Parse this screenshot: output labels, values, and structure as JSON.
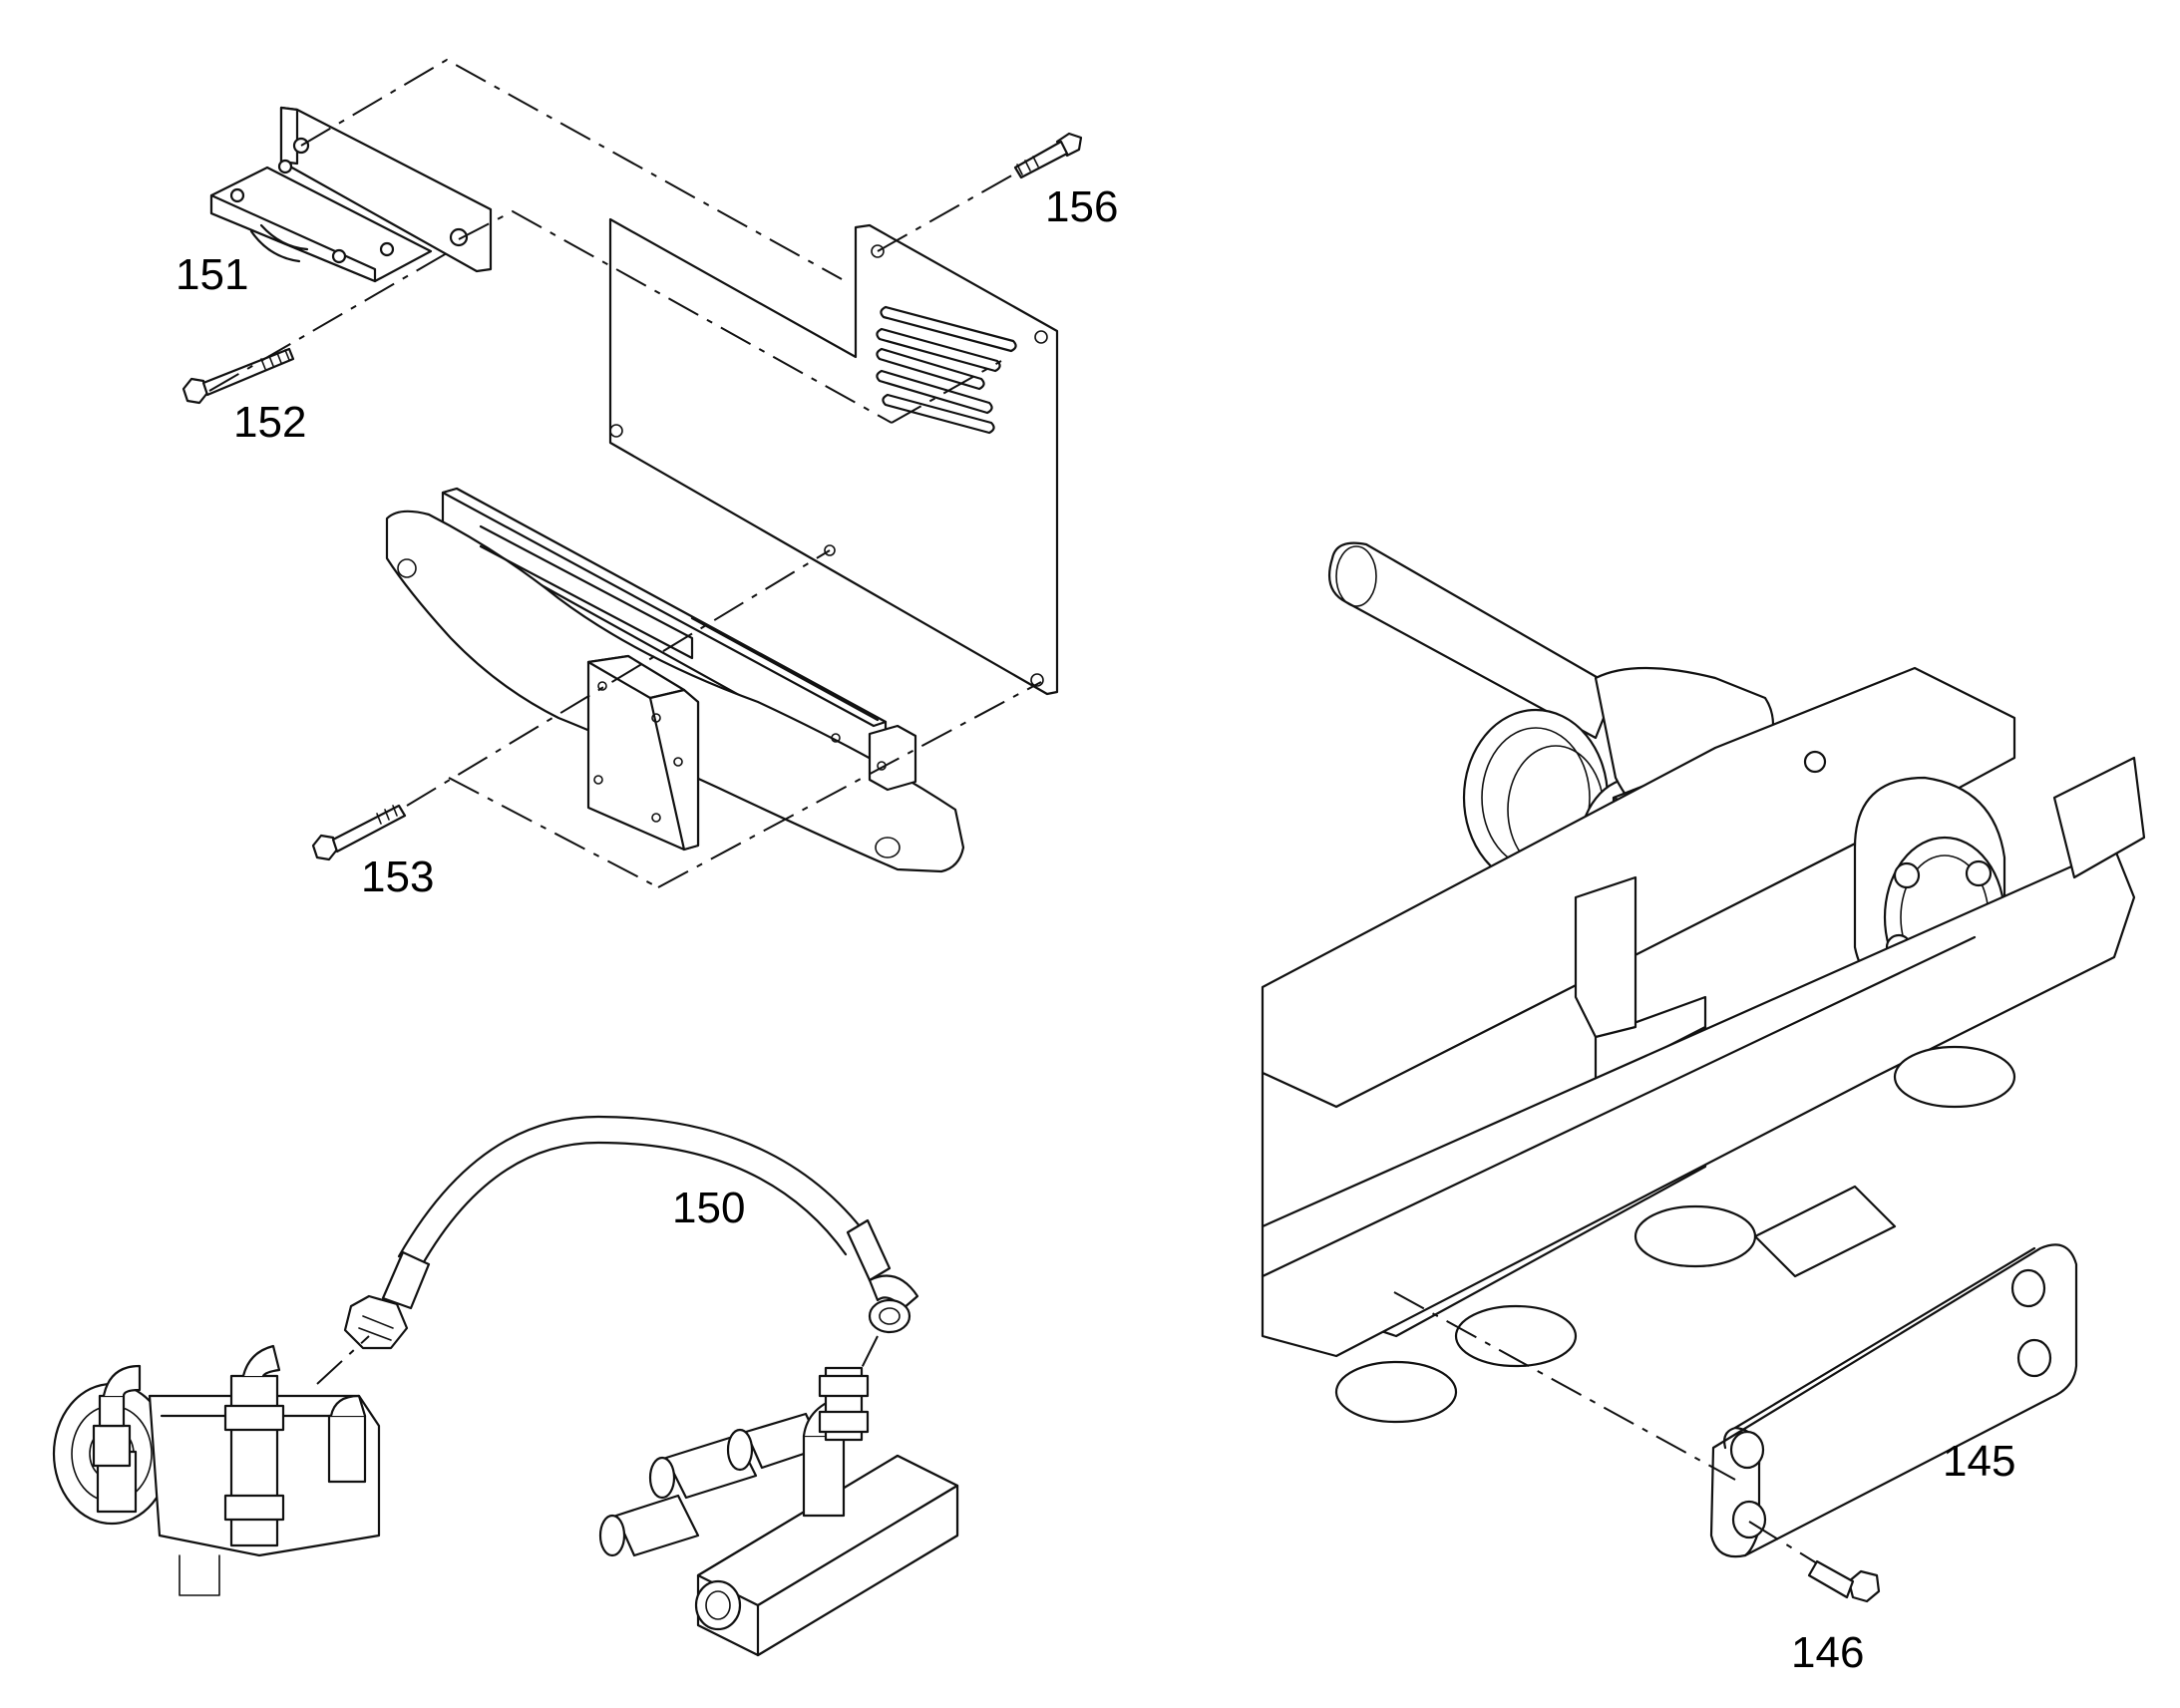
{
  "diagram": {
    "callouts": [
      {
        "id": "150",
        "label": "150"
      },
      {
        "id": "151",
        "label": "151"
      },
      {
        "id": "152",
        "label": "152"
      },
      {
        "id": "153",
        "label": "153"
      },
      {
        "id": "156",
        "label": "156"
      },
      {
        "id": "145",
        "label": "145"
      },
      {
        "id": "146",
        "label": "146"
      }
    ],
    "colors": {
      "line": "#111111",
      "background": "#ffffff"
    }
  }
}
